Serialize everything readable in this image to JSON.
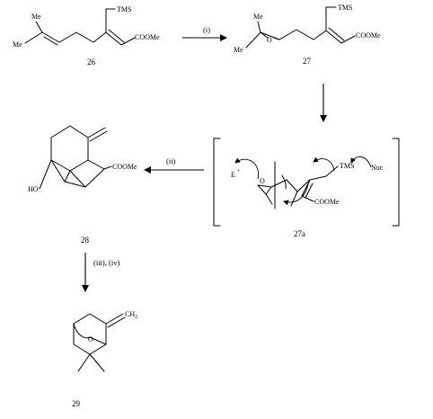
{
  "compounds": {
    "c26": {
      "number": "26",
      "labels": {
        "me_top": "Me",
        "me_left": "Me",
        "tms": "TMS",
        "ester": "COOMe"
      }
    },
    "c27": {
      "number": "27",
      "labels": {
        "me_top": "Me",
        "me_left": "Me",
        "oxygen": "O",
        "tms": "TMS",
        "ester": "COOMe"
      }
    },
    "c27a": {
      "number": "27a",
      "labels": {
        "electrophile": "E",
        "electrophile_charge": "+",
        "oxygen": "O",
        "tms": "TMS",
        "nucleophile": "Nuc",
        "ester": "COOMe"
      }
    },
    "c28": {
      "number": "28",
      "labels": {
        "hydroxyl": "HO",
        "ester": "COOMe"
      }
    },
    "c29": {
      "number": "29",
      "labels": {
        "methylene": "CH",
        "methylene_sub": "2",
        "oxygen": "O"
      }
    }
  },
  "reagents": {
    "step1": "(i)",
    "step2": "(ii)",
    "step3": "(iii), (iv)"
  }
}
